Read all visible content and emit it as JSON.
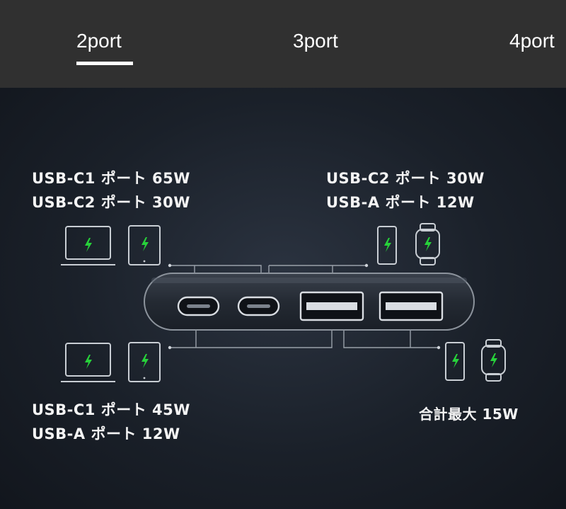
{
  "tabs": [
    {
      "label": "2port",
      "active": true
    },
    {
      "label": "3port",
      "active": false
    },
    {
      "label": "4port",
      "active": false
    }
  ],
  "diagram": {
    "top_left_caption": [
      "USB-C1 ポート 65W",
      "USB-C2 ポート 30W"
    ],
    "top_right_caption": [
      "USB-C2 ポート 30W",
      "USB-A  ポート 12W"
    ],
    "bottom_left_caption": [
      "USB-C1 ポート 45W",
      "USB-A ポート 12W"
    ],
    "bottom_right_caption": "合計最大 15W",
    "charge_color": "#27d13a",
    "icons": {
      "laptop": "laptop-icon",
      "tablet": "tablet-icon",
      "phone": "phone-icon",
      "watch": "watch-icon",
      "bolt": "lightning-bolt-icon"
    },
    "device": "power-bank",
    "ports": [
      "USB-C1",
      "USB-C2",
      "USB-A"
    ]
  }
}
